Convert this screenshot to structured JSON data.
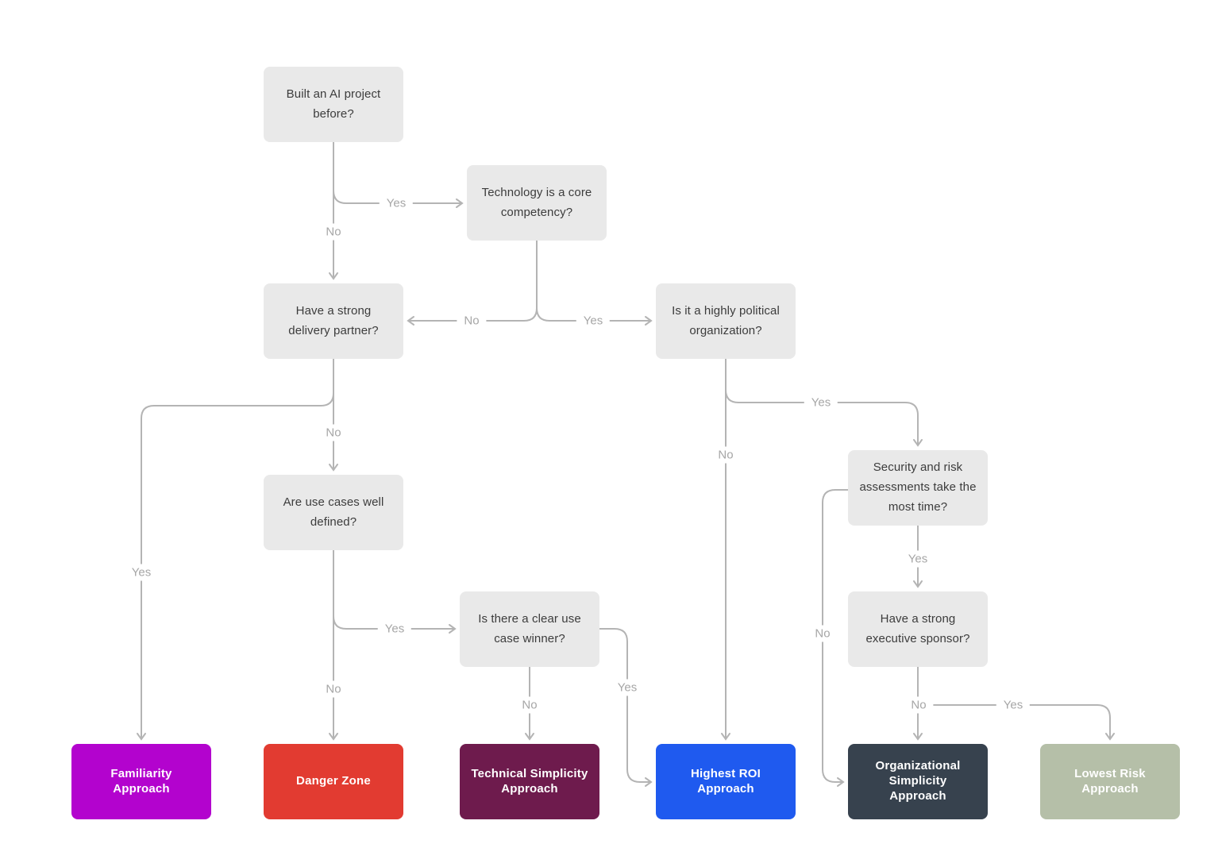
{
  "diagram": {
    "background": "#ffffff",
    "line_color": "#b4b4b4",
    "edge_label_color": "#a6a6a6",
    "question_fill": "#e9e9e9",
    "question_text_color": "#3c3c3c"
  },
  "questions": {
    "built": "Built an AI project before?",
    "tech": "Technology is a core competency?",
    "partner": "Have a strong delivery partner?",
    "political": "Is it a highly political organization?",
    "usecases": "Are use cases well defined?",
    "winner": "Is there a clear use case winner?",
    "security": "Security and risk assessments take the most time?",
    "sponsor": "Have a strong executive sponsor?"
  },
  "outcomes": {
    "familiarity": {
      "label": "Familiarity Approach",
      "color": "#b303ce"
    },
    "danger": {
      "label": "Danger Zone",
      "color": "#e23b31"
    },
    "technical": {
      "label": "Technical Simplicity Approach",
      "color": "#6e1b4d"
    },
    "roi": {
      "label": "Highest ROI Approach",
      "color": "#1f5aef"
    },
    "org": {
      "label": "Organizational Simplicity Approach",
      "color": "#37424e"
    },
    "lowest": {
      "label": "Lowest Risk Approach",
      "color": "#b5bfa8"
    }
  },
  "edge_labels": {
    "built_yes": "Yes",
    "built_no": "No",
    "tech_no": "No",
    "tech_yes": "Yes",
    "partner_yes": "Yes",
    "partner_no": "No",
    "usecases_yes": "Yes",
    "usecases_no": "No",
    "winner_no": "No",
    "winner_yes": "Yes",
    "political_yes": "Yes",
    "political_no": "No",
    "security_yes": "Yes",
    "security_no": "No",
    "sponsor_no": "No",
    "sponsor_yes": "Yes"
  }
}
